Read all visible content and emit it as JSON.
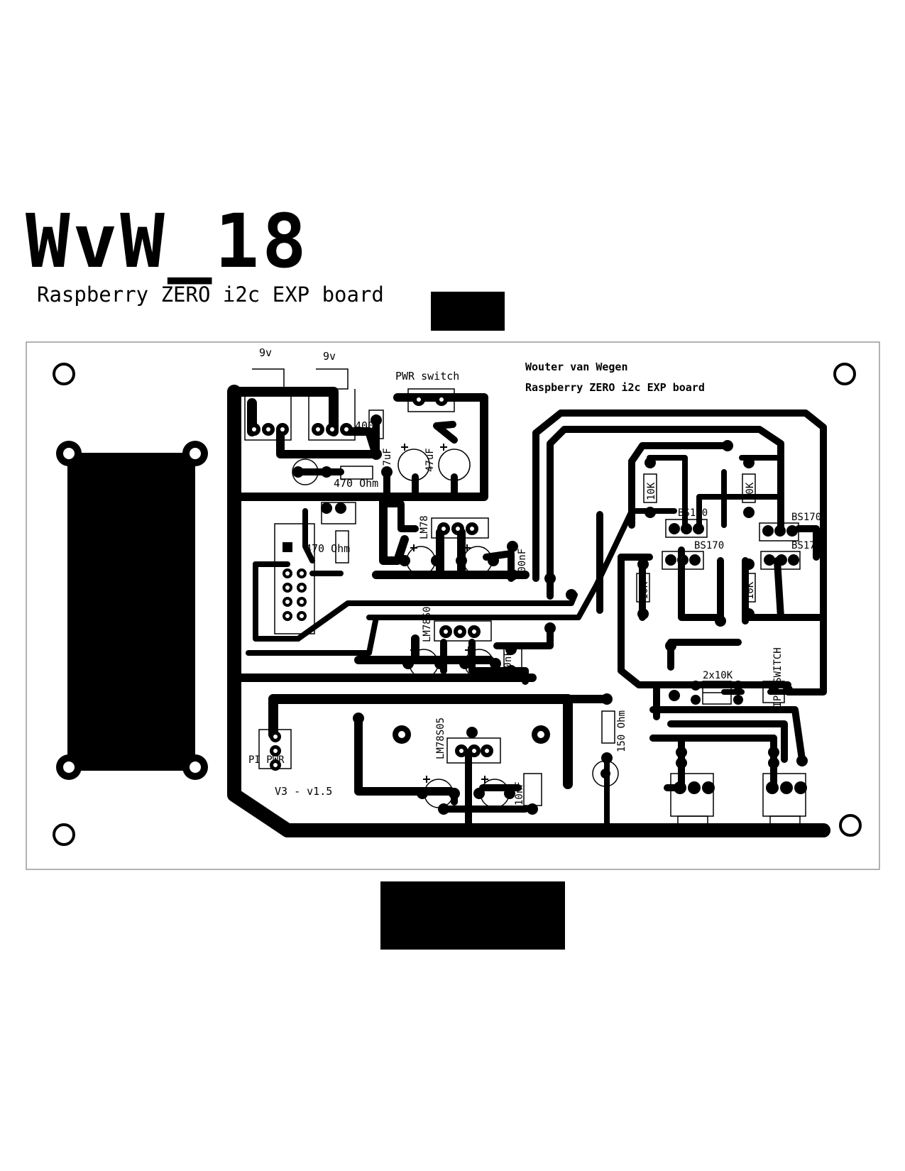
{
  "header": {
    "title": "WvW_18",
    "subtitle": "Raspberry ZERO i2c EXP board"
  },
  "board": {
    "author": "Wouter van Wegen",
    "description": "Raspberry ZERO i2c EXP board",
    "version": "V3 - v1.5",
    "colors": {
      "copper": "#000000",
      "background": "#ffffff",
      "outline": "#999999"
    },
    "labels": {
      "battery_left": "9v",
      "battery_right": "9v",
      "pwr_switch": "PWR switch",
      "diode": "4007",
      "cap_47uf_a": "47uF",
      "cap_47uf_b": "47uF",
      "resistor_470_a": "470 Ohm",
      "resistor_470_b": "470 Ohm",
      "regulator_a": "LM78",
      "regulator_b": "LM78S0",
      "regulator_c": "LM78S05",
      "cap_100nf": "100nF",
      "cap_10nf_b": "10nF",
      "cap_10nf_c": "10nF",
      "res_10k_1": "10K",
      "res_10k_2": "10K",
      "res_10k_3": "10K",
      "res_10k_4": "10K",
      "bs170_1": "BS170",
      "bs170_2": "BS170",
      "bs170_3": "BS170",
      "bs170_4": "BS170",
      "res_2x10k": "2x10K",
      "dip_switch": "DIP2-SWITCH",
      "resistor_150": "150 Ohm",
      "pi_pwr": "PI PWR"
    }
  }
}
